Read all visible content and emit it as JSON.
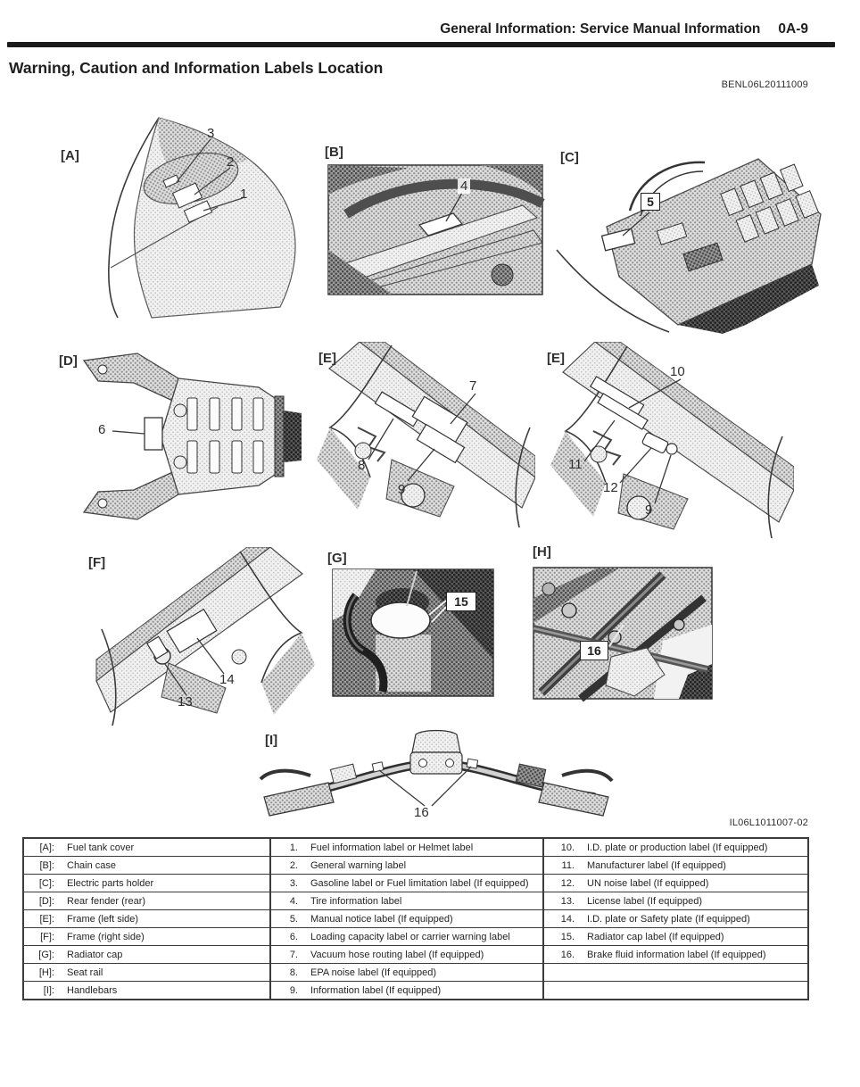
{
  "header": {
    "section_title": "General Information: Service Manual Information",
    "page_code": "0A-9"
  },
  "title": "Warning, Caution and Information Labels Location",
  "refs": {
    "top_right": "BENL06L20111009",
    "bottom_right": "IL06L1011007-02"
  },
  "colors": {
    "ink": "#2b2b2b",
    "paper": "#ffffff"
  },
  "figures": {
    "a": {
      "tag": "[A]",
      "c1": "1",
      "c2": "2",
      "c3": "3"
    },
    "b": {
      "tag": "[B]",
      "c4": "4"
    },
    "c": {
      "tag": "[C]",
      "c5": "5"
    },
    "d": {
      "tag": "[D]",
      "c6": "6"
    },
    "e1": {
      "tag": "[E]",
      "c7": "7",
      "c8": "8",
      "c9": "9"
    },
    "e2": {
      "tag": "[E]",
      "c10": "10",
      "c11": "11",
      "c12": "12",
      "c9": "9"
    },
    "f": {
      "tag": "[F]",
      "c13": "13",
      "c14": "14"
    },
    "g": {
      "tag": "[G]",
      "c15": "15"
    },
    "h": {
      "tag": "[H]",
      "c16": "16"
    },
    "i": {
      "tag": "[I]",
      "c16": "16"
    }
  },
  "legend": {
    "rows": [
      {
        "loc_key": "[A]:",
        "loc": "Fuel tank cover",
        "num1": "1.",
        "label1": "Fuel information label or Helmet label",
        "num2": "10.",
        "label2": "I.D. plate or production label (If equipped)"
      },
      {
        "loc_key": "[B]:",
        "loc": "Chain case",
        "num1": "2.",
        "label1": "General warning label",
        "num2": "11.",
        "label2": "Manufacturer label (If equipped)"
      },
      {
        "loc_key": "[C]:",
        "loc": "Electric parts holder",
        "num1": "3.",
        "label1": "Gasoline label or Fuel limitation label (If equipped)",
        "num2": "12.",
        "label2": "UN noise label (If equipped)"
      },
      {
        "loc_key": "[D]:",
        "loc": "Rear fender (rear)",
        "num1": "4.",
        "label1": "Tire information label",
        "num2": "13.",
        "label2": "License label (If equipped)"
      },
      {
        "loc_key": "[E]:",
        "loc": "Frame (left side)",
        "num1": "5.",
        "label1": "Manual notice label (If equipped)",
        "num2": "14.",
        "label2": "I.D. plate or Safety plate (If equipped)"
      },
      {
        "loc_key": "[F]:",
        "loc": "Frame (right side)",
        "num1": "6.",
        "label1": "Loading capacity label or carrier warning label",
        "num2": "15.",
        "label2": "Radiator cap label (If equipped)"
      },
      {
        "loc_key": "[G]:",
        "loc": "Radiator cap",
        "num1": "7.",
        "label1": "Vacuum hose routing label (If equipped)",
        "num2": "16.",
        "label2": "Brake fluid information label (If equipped)"
      },
      {
        "loc_key": "[H]:",
        "loc": "Seat rail",
        "num1": "8.",
        "label1": "EPA noise label (If equipped)",
        "num2": "",
        "label2": ""
      },
      {
        "loc_key": "[I]:",
        "loc": "Handlebars",
        "num1": "9.",
        "label1": "Information label (If equipped)",
        "num2": "",
        "label2": ""
      }
    ]
  }
}
